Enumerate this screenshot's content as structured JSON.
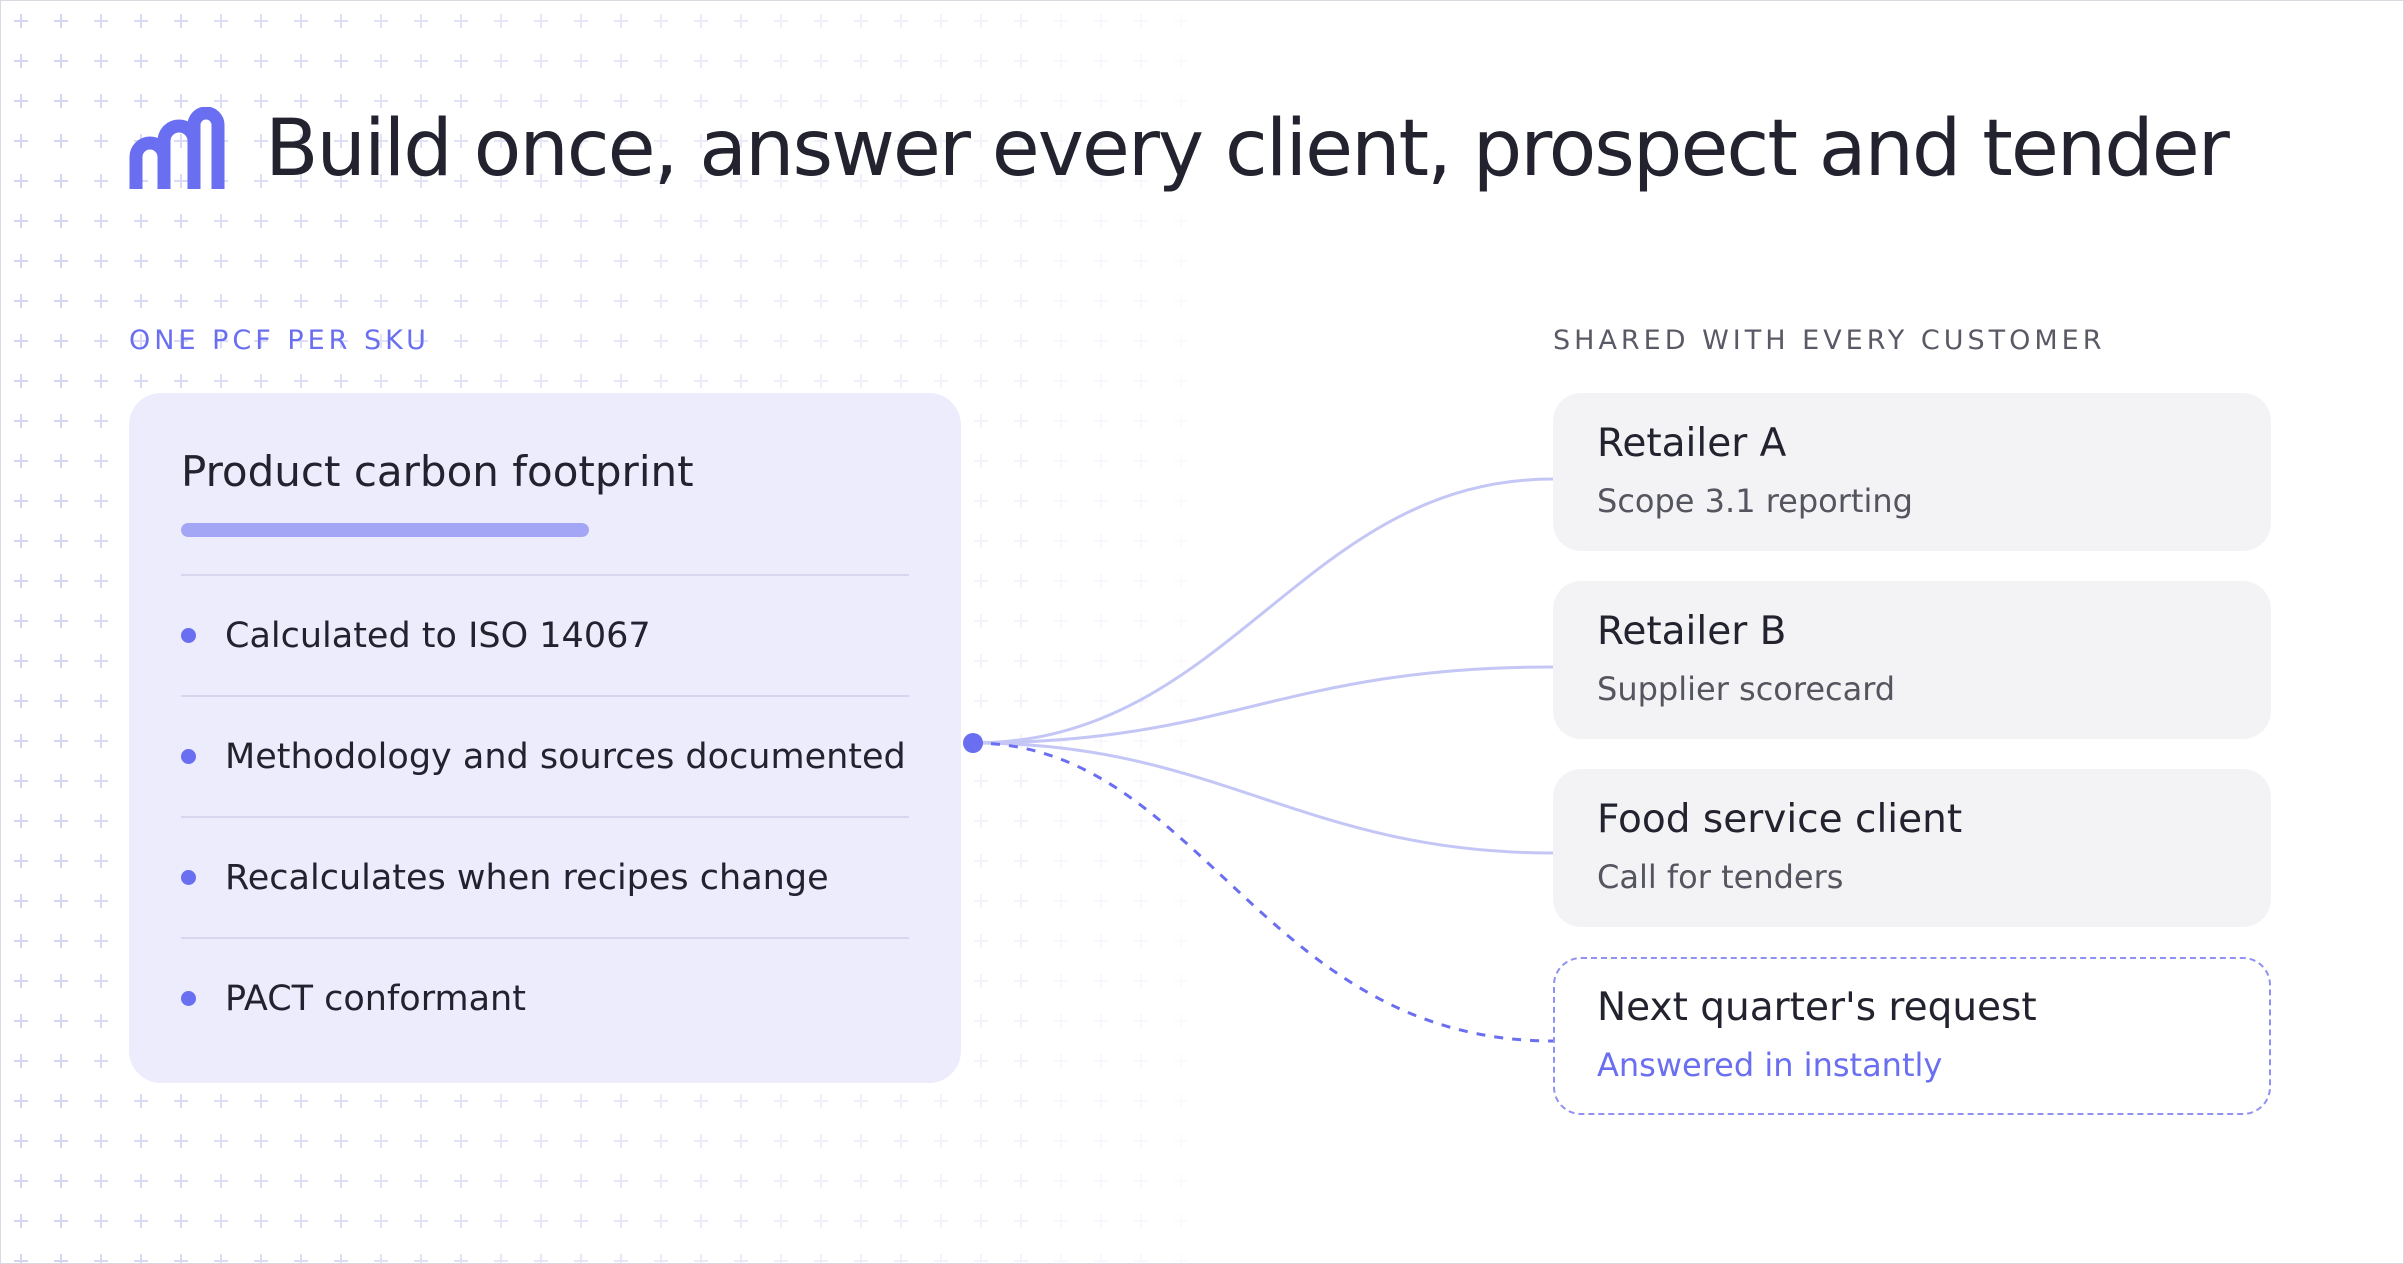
{
  "header": {
    "title": "Build once, answer every client, prospect and tender",
    "logo_icon": "brand-arches-icon"
  },
  "left_panel": {
    "label": "ONE PCF PER SKU",
    "card_title": "Product carbon footprint",
    "progress_fraction": 1.0,
    "items": [
      {
        "text": "Calculated to ISO 14067"
      },
      {
        "text": "Methodology and sources documented"
      },
      {
        "text": "Recalculates when recipes change"
      },
      {
        "text": "PACT conformant"
      }
    ]
  },
  "right_panel": {
    "label": "SHARED WITH EVERY CUSTOMER",
    "customers": [
      {
        "name": "Retailer A",
        "detail": "Scope 3.1 reporting",
        "style": "solid"
      },
      {
        "name": "Retailer B",
        "detail": "Supplier scorecard",
        "style": "solid"
      },
      {
        "name": "Food service client",
        "detail": "Call for tenders",
        "style": "solid"
      },
      {
        "name": "Next quarter's request",
        "detail": "Answered in instantly",
        "style": "dashed"
      }
    ]
  },
  "colors": {
    "accent": "#6a6ef0",
    "connector": "#c4c6f6",
    "card_bg": "#ececfd",
    "customer_bg": "#f3f3f5",
    "grid_plus": "#d5d6f3"
  }
}
